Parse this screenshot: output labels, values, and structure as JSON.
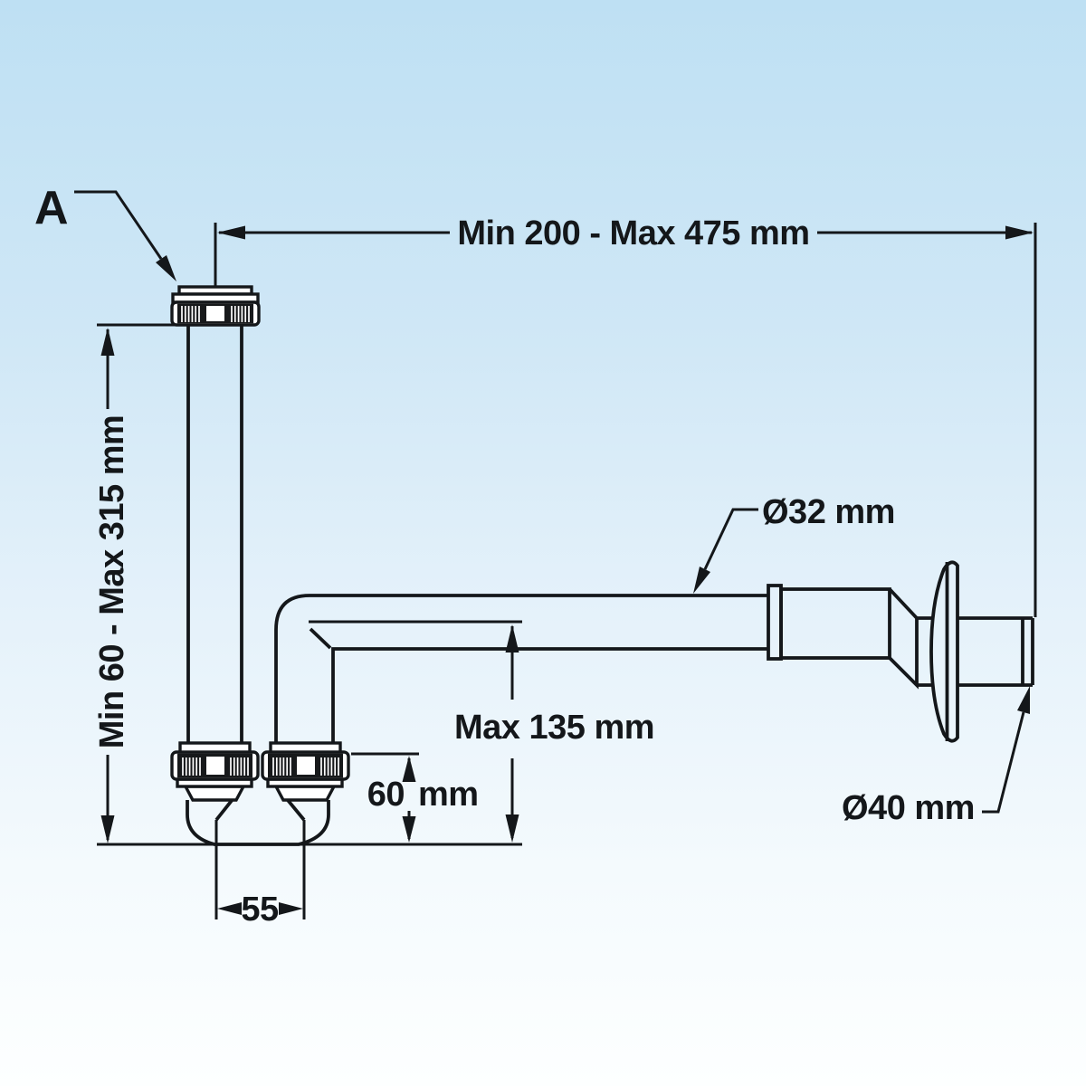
{
  "labels": {
    "part": "A",
    "top_dimension": "Min 200 - Max 475 mm",
    "left_dimension": "Min 60 - Max 315 mm",
    "pipe_diameter": "Ø32 mm",
    "height_max": "Max 135 mm",
    "depth_value": "60",
    "depth_unit": "mm",
    "outlet_diameter": "Ø40 mm",
    "trap_width": "55"
  },
  "colors": {
    "line": "#14171a",
    "part_fill": "#ffffff",
    "background_top": "#bee0f3",
    "background_bottom": "#feffff"
  }
}
